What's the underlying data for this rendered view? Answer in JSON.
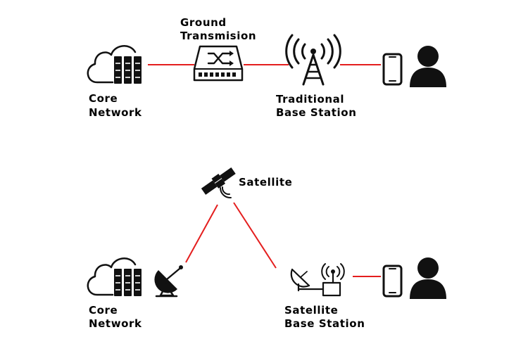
{
  "top": {
    "core_network": {
      "line1": "Core",
      "line2": "Network",
      "icon": "cloud-server-icon"
    },
    "ground_transmission": {
      "line1": "Ground",
      "line2": "Transmision",
      "icon": "network-switch-icon"
    },
    "base_station": {
      "line1": "Traditional",
      "line2": "Base Station",
      "icon": "cell-tower-icon"
    },
    "user_icons": [
      "smartphone-icon",
      "user-icon"
    ]
  },
  "bottom": {
    "satellite": {
      "label": "Satellite",
      "icon": "satellite-icon"
    },
    "core_network": {
      "line1": "Core",
      "line2": "Network",
      "icon": "cloud-server-icon"
    },
    "ground_dish_icon": "satellite-dish-icon",
    "base_station": {
      "line1": "Satellite",
      "line2": "Base Station",
      "icon": "dish-antenna-station-icon"
    },
    "user_icons": [
      "smartphone-icon",
      "user-icon"
    ]
  },
  "colors": {
    "link": "#e41e1e",
    "icon": "#111111"
  }
}
